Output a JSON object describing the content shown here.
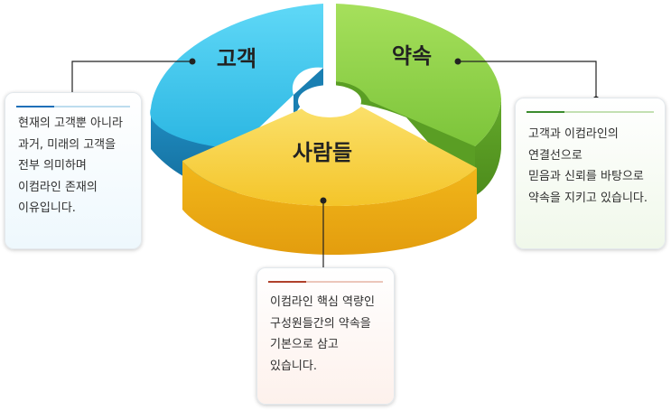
{
  "segments": {
    "customer": {
      "label": "고객",
      "color": "#3fc6ea"
    },
    "promise": {
      "label": "약속",
      "color": "#8fd14a"
    },
    "people": {
      "label": "사람들",
      "color": "#f6c92f"
    }
  },
  "cards": {
    "left": {
      "lines": [
        "현재의 고객뿐 아니라",
        "과거, 미래의 고객을",
        "전부 의미하며",
        "이컴라인 존재의",
        "이유입니다."
      ]
    },
    "right": {
      "lines": [
        "고객과 이컴라인의",
        "연결선으로",
        "믿음과 신뢰를 바탕으로",
        "약속을 지키고 있습니다."
      ]
    },
    "bottom": {
      "lines": [
        "이컴라인 핵심 역량인",
        "구성원들간의 약속을",
        "기본으로 삼고",
        "있습니다."
      ]
    }
  }
}
